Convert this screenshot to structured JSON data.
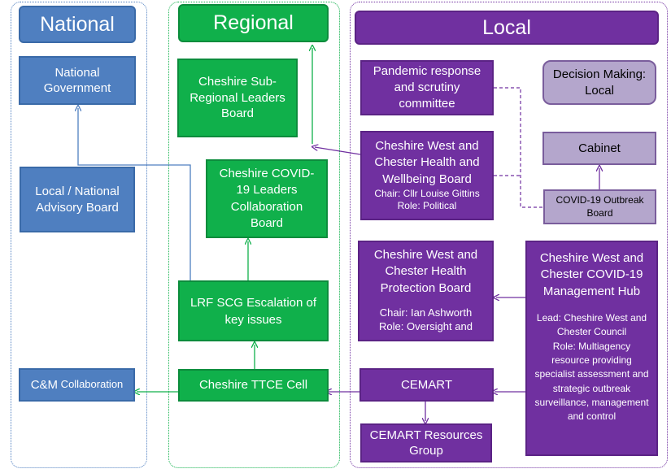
{
  "colors": {
    "national": "#4f7fc0",
    "regional": "#10b04b",
    "local": "#7030a0",
    "decision": "#b4a6cc"
  },
  "columns": {
    "national": "National",
    "regional": "Regional",
    "local": "Local"
  },
  "national": {
    "government": "National Government",
    "advisory": "Local / National Advisory Board",
    "cm_main": "C&M",
    "cm_small": " Collaboration"
  },
  "regional": {
    "leaders": "Cheshire Sub-Regional Leaders Board",
    "covid_leaders": "Cheshire COVID-19 Leaders Collaboration Board",
    "lrf": "LRF SCG Escalation of key issues",
    "ttce": "Cheshire TTCE Cell"
  },
  "local": {
    "pandemic": "Pandemic response and scrutiny committee",
    "hwb_title": "Cheshire West and Chester Health and Wellbeing Board",
    "hwb_chair": "Chair: Cllr Louise Gittins",
    "hwb_role": "Role: Political",
    "hpb_title": "Cheshire West and Chester Health Protection Board",
    "hpb_chair": "Chair: Ian Ashworth",
    "hpb_role": "Role: Oversight and",
    "cemart": "CEMART",
    "cemart_resources": "CEMART Resources Group",
    "decision": "Decision Making: Local",
    "cabinet": "Cabinet",
    "outbreak": "COVID-19 Outbreak Board",
    "hub_title": "Cheshire West and Chester COVID-19 Management Hub",
    "hub_lead": "Lead: Cheshire West and Chester Council",
    "hub_role": "Role: Multiagency resource providing specialist assessment and strategic outbreak surveillance, management and control"
  }
}
